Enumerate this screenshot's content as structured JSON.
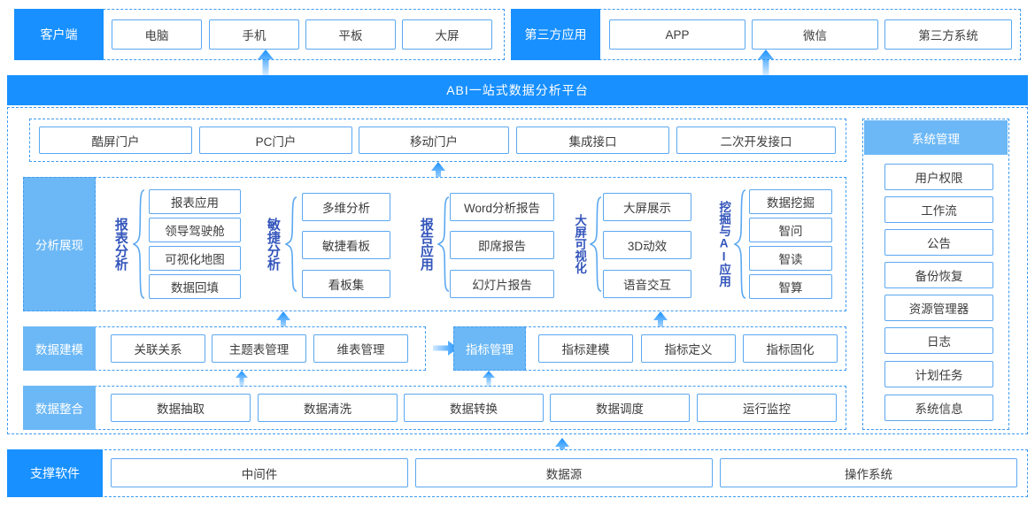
{
  "colors": {
    "accent_strong": "#1890FF",
    "accent_light": "#6CB8F6",
    "box_border": "#5BA8F0",
    "dash_border": "#3E9BF0",
    "vlabel_text": "#3355BB"
  },
  "client_row": {
    "category": "客户端",
    "items": [
      "电脑",
      "手机",
      "平板",
      "大屏"
    ]
  },
  "third_party_row": {
    "category": "第三方应用",
    "items": [
      "APP",
      "微信",
      "第三方系统"
    ]
  },
  "platform": {
    "title": "ABI一站式数据分析平台"
  },
  "portal_row": {
    "items": [
      "酷屏门户",
      "PC门户",
      "移动门户",
      "集成接口",
      "二次开发接口"
    ]
  },
  "analysis": {
    "category": "分析展现",
    "groups": [
      {
        "label": "报表分析",
        "items": [
          "报表应用",
          "领导驾驶舱",
          "可视化地图",
          "数据回填"
        ]
      },
      {
        "label": "敏捷分析",
        "items": [
          "多维分析",
          "敏捷看板",
          "看板集"
        ]
      },
      {
        "label": "报告应用",
        "items": [
          "Word分析报告",
          "即席报告",
          "幻灯片报告"
        ]
      },
      {
        "label": "大屏可视化",
        "items": [
          "大屏展示",
          "3D动效",
          "语音交互"
        ]
      },
      {
        "label": "挖掘与AI应用",
        "items": [
          "数据挖掘",
          "智问",
          "智读",
          "智算"
        ]
      }
    ]
  },
  "modeling": {
    "category": "数据建模",
    "items": [
      "关联关系",
      "主题表管理",
      "维表管理"
    ],
    "metric_category": "指标管理",
    "metric_items": [
      "指标建模",
      "指标定义",
      "指标固化"
    ]
  },
  "integration": {
    "category": "数据整合",
    "items": [
      "数据抽取",
      "数据清洗",
      "数据转换",
      "数据调度",
      "运行监控"
    ]
  },
  "system_mgmt": {
    "category": "系统管理",
    "items": [
      "用户权限",
      "工作流",
      "公告",
      "备份恢复",
      "资源管理器",
      "日志",
      "计划任务",
      "系统信息"
    ]
  },
  "support_row": {
    "category": "支撑软件",
    "items": [
      "中间件",
      "数据源",
      "操作系统"
    ]
  }
}
